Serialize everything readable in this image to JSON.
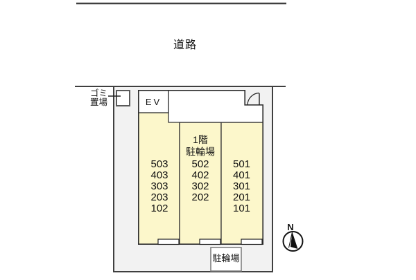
{
  "road_label": "道路",
  "garbage_area": {
    "label_line1": "ゴミ",
    "label_line2": "置場"
  },
  "building": {
    "elevator_label": "EV",
    "columns": [
      {
        "units": [
          "503",
          "403",
          "303",
          "203",
          "102"
        ]
      },
      {
        "header_line1": "1階",
        "header_line2": "駐輪場",
        "units": [
          "502",
          "402",
          "302",
          "202"
        ]
      },
      {
        "units": [
          "501",
          "401",
          "301",
          "201",
          "101"
        ]
      }
    ]
  },
  "bicycle_parking_label": "駐輪場",
  "compass": {
    "north_label": "N"
  },
  "colors": {
    "unit_fill": "#FCF7CB",
    "site_fill": "#F2F2F2",
    "outline": "#3F3F3F"
  }
}
